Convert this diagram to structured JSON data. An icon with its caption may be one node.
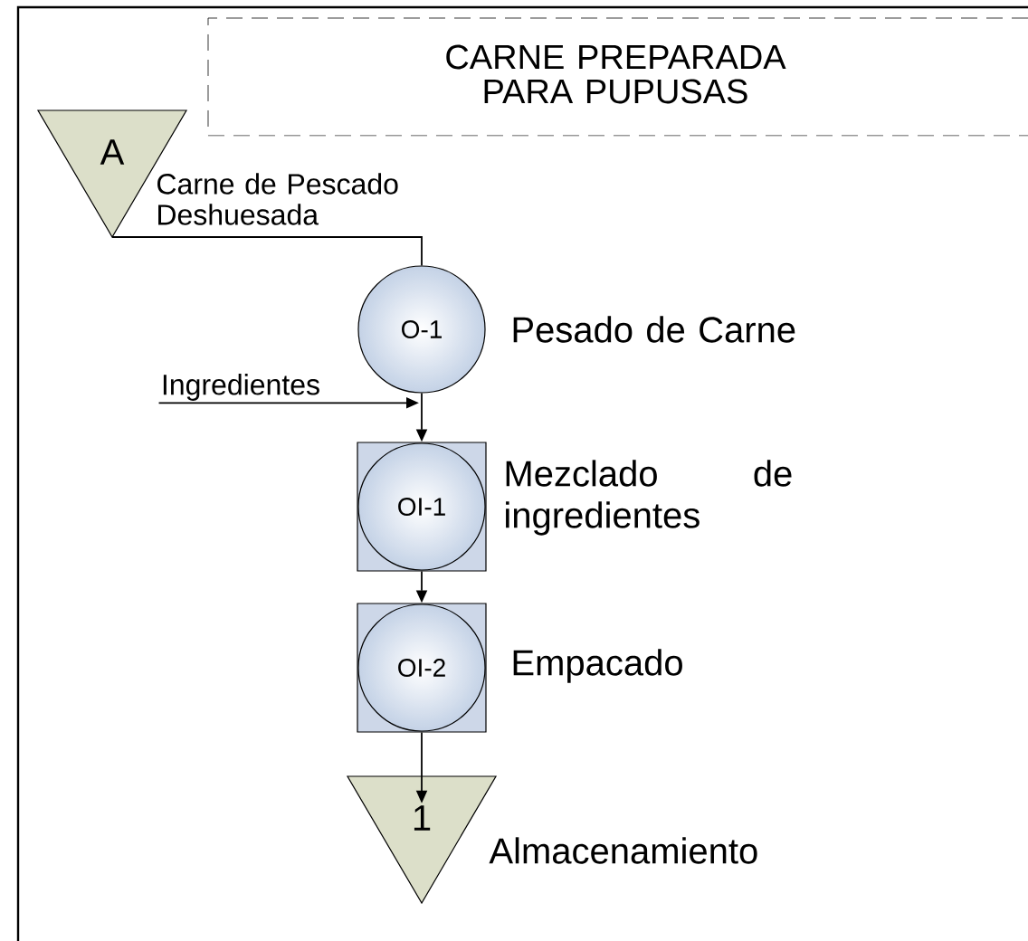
{
  "diagram": {
    "nodes": [
      {
        "text": [
          "CARNE PREPARADA PARA PUPUSAS"
        ]
      },
      {
        "text": [
          "A"
        ],
        "beside": [
          "Carne de Pescado Deshuesada"
        ]
      },
      {
        "text": [
          "O-1"
        ],
        "beside": [
          "Pesado de Carne"
        ]
      },
      {
        "text": [
          "OI-1"
        ],
        "beside": [
          "Mezclado de ingredientes"
        ]
      },
      {
        "text": [
          "OI-2"
        ],
        "beside": [
          "Empacado"
        ]
      },
      {
        "text": [
          "1"
        ],
        "beside": [
          "Almacenamiento"
        ]
      },
      {
        "text": [
          "Ingredientes"
        ]
      }
    ],
    "edges": [
      {
        "from": 1,
        "to": 2,
        "arrow": "none"
      },
      {
        "from": 2,
        "to": 3,
        "arrow": "to"
      },
      {
        "from": 6,
        "to": 3,
        "arrow": "to"
      },
      {
        "from": 3,
        "to": 4,
        "arrow": "to"
      },
      {
        "from": 4,
        "to": 5,
        "arrow": "to"
      }
    ]
  }
}
